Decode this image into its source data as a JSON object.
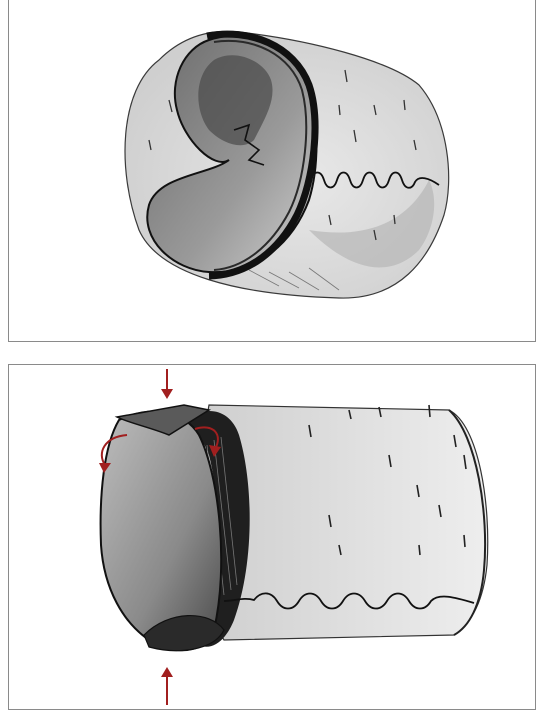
{
  "figure": {
    "panels": [
      {
        "id": "top",
        "subject": "sketch-rolled-tube-with-interlocking-seam"
      },
      {
        "id": "bottom",
        "subject": "sketch-tube-being-folded-closed"
      }
    ],
    "colors": {
      "ink": "#1a1a1a",
      "wash_dark": "#3a3a3a",
      "wash_light": "#bdbdbd",
      "arrow": "#a11f1f",
      "border": "#8a8a8a"
    }
  }
}
